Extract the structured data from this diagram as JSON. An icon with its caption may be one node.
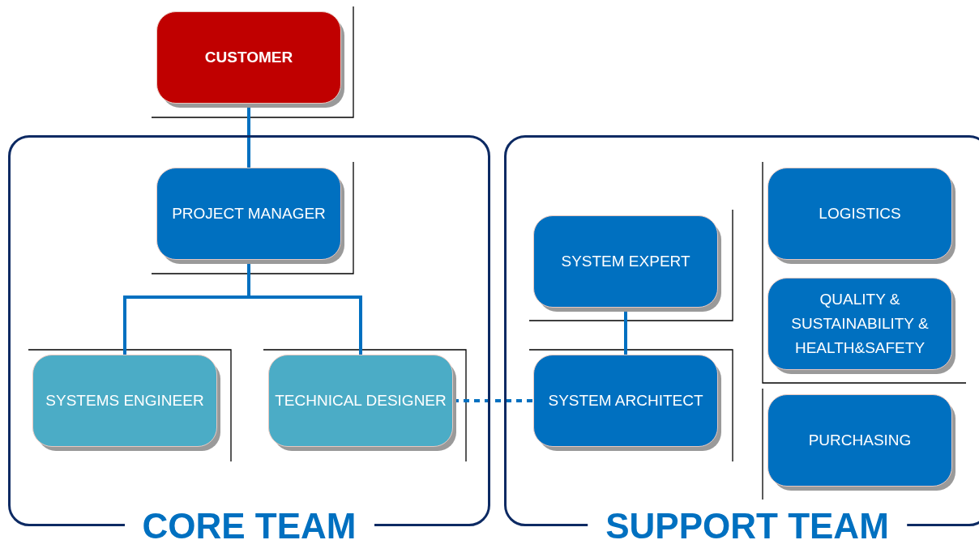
{
  "diagram": {
    "nodes": [
      {
        "text": [
          "CORE TEAM"
        ]
      },
      {
        "text": [
          "SUPPORT TEAM"
        ]
      },
      {
        "text": [
          "CUSTOMER"
        ]
      },
      {
        "text": [
          "PROJECT MANAGER"
        ],
        "in": 0
      },
      {
        "text": [
          "SYSTEMS ENGINEER"
        ],
        "in": 0
      },
      {
        "text": [
          "TECHNICAL DESIGNER"
        ],
        "in": 0
      },
      {
        "text": [
          "SYSTEM EXPERT"
        ],
        "in": 1
      },
      {
        "text": [
          "SYSTEM ARCHITECT"
        ],
        "in": 1
      },
      {
        "text": [
          "LOGISTICS"
        ],
        "in": 1
      },
      {
        "text": [
          "QUALITY & SUSTAINABILITY & HEALTH&SAFETY"
        ],
        "in": 1
      },
      {
        "text": [
          "PURCHASING"
        ],
        "in": 1
      }
    ],
    "edges": [
      {
        "from": 2,
        "to": 3,
        "arrow": "none"
      },
      {
        "from": 3,
        "to": 4,
        "arrow": "none"
      },
      {
        "from": 3,
        "to": 5,
        "arrow": "none"
      },
      {
        "from": 6,
        "to": 7,
        "arrow": "none"
      },
      {
        "from": 5,
        "to": 7,
        "arrow": "none",
        "style": "dashed"
      }
    ]
  }
}
